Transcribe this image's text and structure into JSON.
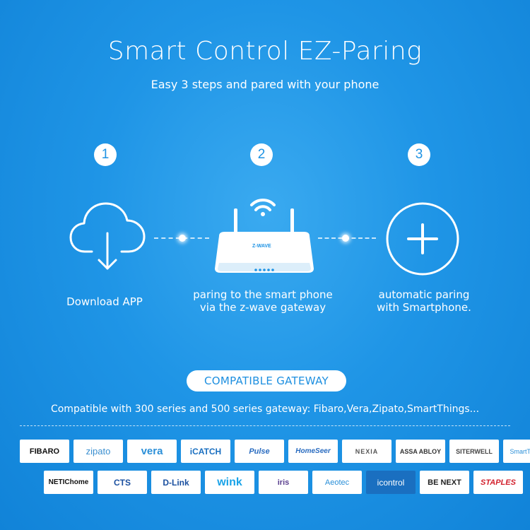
{
  "header": {
    "title": "Smart Control EZ-Paring",
    "subtitle": "Easy 3 steps and pared with your phone"
  },
  "steps": [
    {
      "number": "1",
      "icon": "cloud-download-icon",
      "caption_line1": "Download APP",
      "caption_line2": ""
    },
    {
      "number": "2",
      "icon": "router-icon",
      "caption_line1": "paring to the smart phone",
      "caption_line2": "via the z-wave gateway"
    },
    {
      "number": "3",
      "icon": "plus-circle-icon",
      "caption_line1": "automatic paring",
      "caption_line2": "with Smartphone."
    }
  ],
  "router_badge": "Z-WAVE",
  "compatible": {
    "label": "COMPATIBLE GATEWAY",
    "text": "Compatible with 300 series and 500 series gateway: Fibaro,Vera,Zipato,SmartThings..."
  },
  "logos_row1": [
    "FIBARO",
    "zipato",
    "vera",
    "iCATCH",
    "Pulse",
    "HomeSeer",
    "NEXIA",
    "ASSA ABLOY",
    "SITERWELL",
    "SmartThings"
  ],
  "logos_row2": [
    "NETIChome",
    "CTS",
    "D-Link",
    "wink",
    "iris",
    "Aeotec",
    "icontrol",
    "BE NEXT",
    "STAPLES"
  ],
  "colors": {
    "background": "#1f95e6",
    "accent": "#1e93e4",
    "white": "#ffffff"
  }
}
